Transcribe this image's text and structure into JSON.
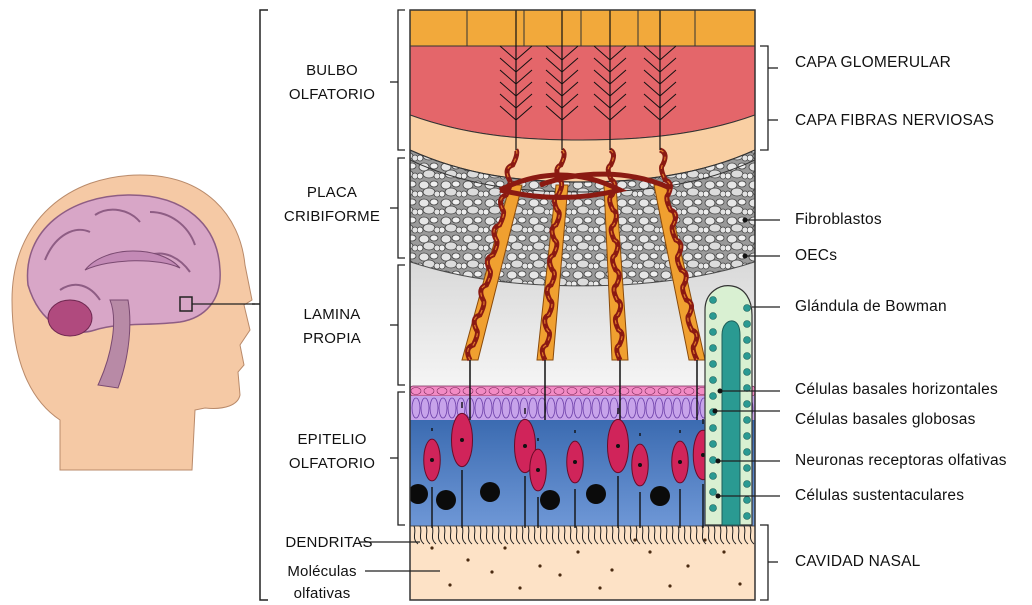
{
  "left_labels": {
    "bulbo_1": "BULBO",
    "bulbo_2": "OLFATORIO",
    "placa_1": "PLACA",
    "placa_2": "CRIBIFORME",
    "lamina_1": "LAMINA",
    "lamina_2": "PROPIA",
    "epitelio_1": "EPITELIO",
    "epitelio_2": "OLFATORIO",
    "dendritas": "DENDRITAS",
    "moleculas_1": "Moléculas",
    "moleculas_2": "olfativas"
  },
  "right_labels": {
    "capa_glomerular": "CAPA GLOMERULAR",
    "capa_fibras": "CAPA FIBRAS NERVIOSAS",
    "fibroblastos": "Fibroblastos",
    "oecs": "OECs",
    "glandula": "Glándula de Bowman",
    "basales_horizontales": "Células basales horizontales",
    "basales_globosas": "Células basales globosas",
    "neuronas": "Neuronas receptoras olfativas",
    "sustentaculares": "Células sustentaculares",
    "cavidad": "CAVIDAD NASAL"
  },
  "colors": {
    "orange_band": "#f2a93b",
    "glomerular_red": "#e4666a",
    "nerve_peach": "#f9cfa3",
    "axon_dark_red": "#8b1a12",
    "ensheathing_orange": "#f0a030",
    "epithelium_blue": "#3f6fb3",
    "neuron_crimson": "#d0245a",
    "basal_purple": "#c7a3ea",
    "horizontal_pink": "#f28bc4",
    "bowman_green": "#d9f0d2",
    "bowman_teal": "#2a9a92",
    "nasal_cavity": "#fde2c6"
  }
}
